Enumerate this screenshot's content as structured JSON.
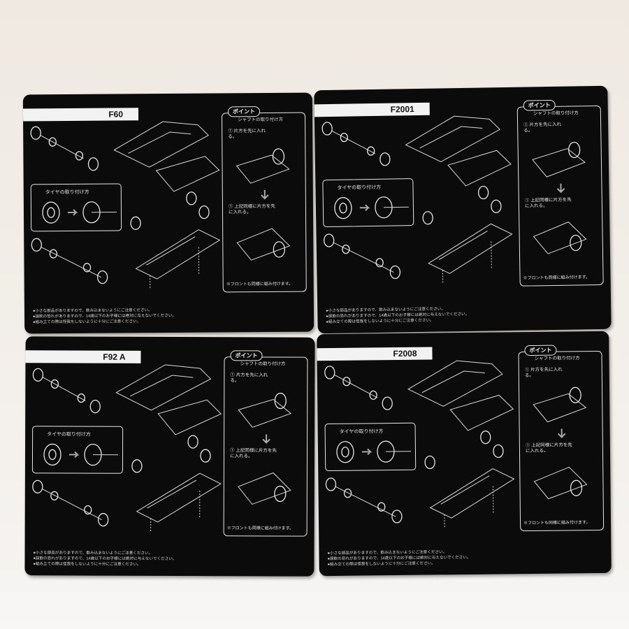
{
  "cards": [
    {
      "title": "F60",
      "point_label": "ポイント",
      "shaft_title": "シャフトの取り付け方",
      "step1": "片方を先に入れる。",
      "step2": "上記同様に片方を先に入れる。",
      "front_note": "※フロントも同様に組み付けます。",
      "tire_title": "タイヤの取り付け方",
      "notes": [
        "●小さな部品がありますので、飲み込まないようにご注意ください。",
        "●誤飲の恐れがありますので、14歳以下のお子様には絶対に与えないでください。",
        "●組み立ての際は怪我をしないように十分にご注意ください。"
      ]
    },
    {
      "title": "F2001",
      "point_label": "ポイント",
      "shaft_title": "シャフトの取り付け方",
      "step1": "片方を先に入れる。",
      "step2": "上記同様に片方を先に入れる。",
      "front_note": "※フロントも同様に組み付けます。",
      "tire_title": "タイヤの取り付け方",
      "notes": [
        "●小さな部品がありますので、飲み込まないようにご注意ください。",
        "●誤飲の恐れがありますので、14歳以下のお子様には絶対に与えないでください。",
        "●組み立ての際は怪我をしないように十分にご注意ください。"
      ]
    },
    {
      "title": "F92 A",
      "point_label": "ポイント",
      "shaft_title": "シャフトの取り付け方",
      "step1": "片方を先に入れる。",
      "step2": "上記同様に片方を先に入れる。",
      "front_note": "※フロントも同様に組み付けます。",
      "tire_title": "タイヤの取り付け方",
      "notes": [
        "●小さな部品がありますので、飲み込まないようにご注意ください。",
        "●誤飲の恐れがありますので、14歳以下のお子様には絶対に与えないでください。",
        "●組み立ての際は怪我をしないように十分にご注意ください。"
      ]
    },
    {
      "title": "F2008",
      "point_label": "ポイント",
      "shaft_title": "シャフトの取り付け方",
      "step1": "片方を先に入れる。",
      "step2": "上記同様に片方を先に入れる。",
      "front_note": "※フロントも同様に組み付けます。",
      "tire_title": "タイヤの取り付け方",
      "notes": [
        "●小さな部品がありますので、飲み込まないようにご注意ください。",
        "●誤飲の恐れがありますので、14歳以下のお子様には絶対に与えないでください。",
        "●組み立ての際は怪我をしないように十分にご注意ください。"
      ]
    }
  ]
}
